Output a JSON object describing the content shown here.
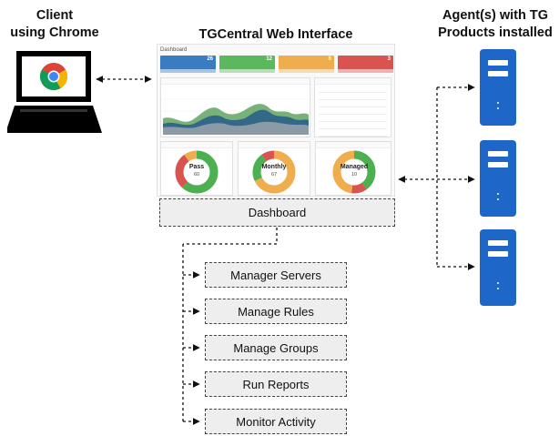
{
  "titles": {
    "client": [
      "Client",
      "using Chrome"
    ],
    "web": "TGCentral Web Interface",
    "agents": [
      "Agent(s) with TG",
      "Products installed"
    ]
  },
  "screenshot": {
    "header": "Dashboard",
    "tiles": [
      {
        "color": "#3a7cc1",
        "value": "26"
      },
      {
        "color": "#5cb85c",
        "value": "12"
      },
      {
        "color": "#f0ad4e",
        "value": "6"
      },
      {
        "color": "#d9534f",
        "value": "3"
      }
    ],
    "donuts": [
      {
        "label": "Pass",
        "value": "60",
        "segments": [
          {
            "color": "#4caf50",
            "fraction": 0.62
          },
          {
            "color": "#d9534f",
            "fraction": 0.28
          },
          {
            "color": "#f0ad4e",
            "fraction": 0.1
          }
        ]
      },
      {
        "label": "Monthly",
        "value": "67",
        "segments": [
          {
            "color": "#f0ad4e",
            "fraction": 0.68
          },
          {
            "color": "#4caf50",
            "fraction": 0.22
          },
          {
            "color": "#d9534f",
            "fraction": 0.1
          }
        ]
      },
      {
        "label": "Managed",
        "value": "10",
        "segments": [
          {
            "color": "#4caf50",
            "fraction": 0.4
          },
          {
            "color": "#d9534f",
            "fraction": 0.12
          },
          {
            "color": "#f0ad4e",
            "fraction": 0.48
          }
        ]
      }
    ]
  },
  "dashboard_label": "Dashboard",
  "menu": [
    "Manager Servers",
    "Manage Rules",
    "Manage Groups",
    "Run Reports",
    "Monitor Activity"
  ]
}
